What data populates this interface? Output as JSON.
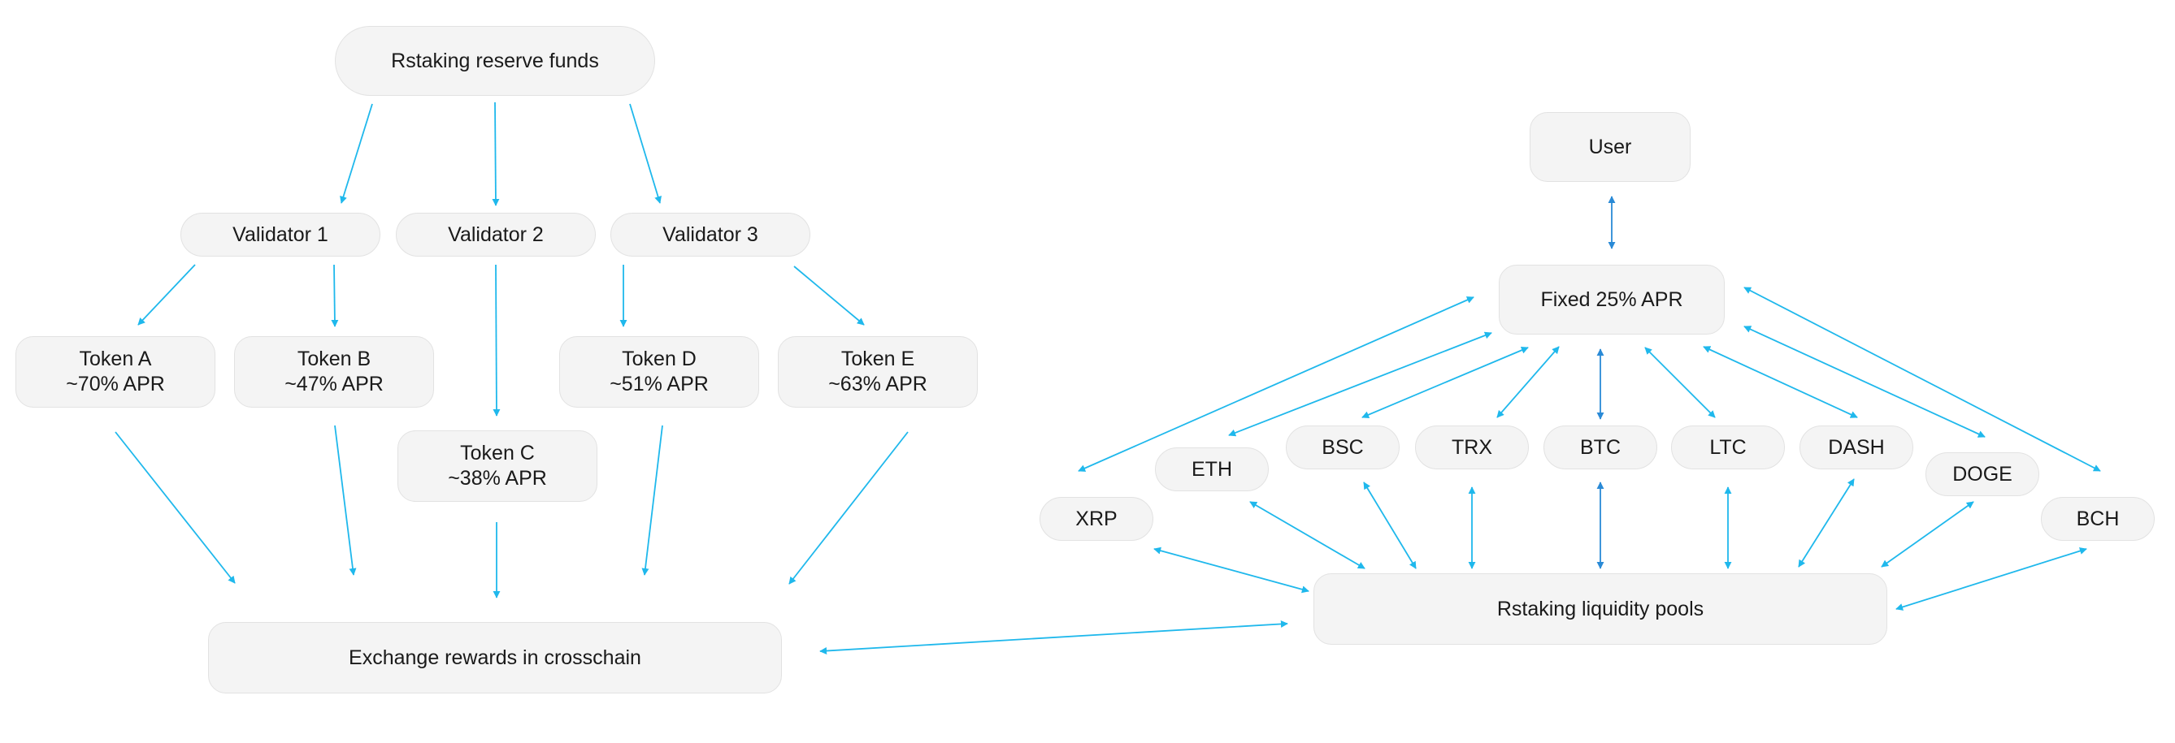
{
  "nodes": {
    "reserve": "Rstaking reserve funds",
    "validator_1": "Validator 1",
    "validator_2": "Validator 2",
    "validator_3": "Validator 3",
    "token_a": [
      "Token A",
      "~70% APR"
    ],
    "token_b": [
      "Token B",
      "~47% APR"
    ],
    "token_c": [
      "Token C",
      "~38% APR"
    ],
    "token_d": [
      "Token D",
      "~51% APR"
    ],
    "token_e": [
      "Token E",
      "~63% APR"
    ],
    "exchange": "Exchange rewards in crosschain",
    "user": "User",
    "fixed_apr": "Fixed 25% APR",
    "chains": [
      "XRP",
      "ETH",
      "BSC",
      "TRX",
      "BTC",
      "LTC",
      "DASH",
      "DOGE",
      "BCH"
    ],
    "liquidity": "Rstaking liquidity pools"
  },
  "colors": {
    "arrow_light": "#1fb8ec",
    "arrow_dark": "#2a8ad6",
    "node_fill": "#f4f4f4",
    "node_border": "#e2e2e2",
    "text": "#1a1a1a"
  }
}
